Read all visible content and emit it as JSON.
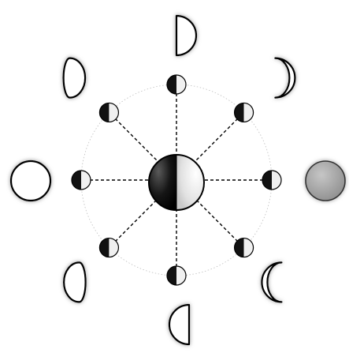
{
  "diagram": {
    "center_body": {
      "icon": "half-lit-sphere",
      "lit_side": "right",
      "colors": {
        "dark": "#111111",
        "light": "#e8e8e8",
        "stroke": "#000000"
      }
    },
    "orbit": {
      "style": "dotted-circle",
      "spokes": "dashed",
      "color": "#000000"
    },
    "orbit_markers": {
      "count": 8,
      "icon": "half-lit-sphere",
      "lit_side": "right",
      "colors": {
        "dark": "#111111",
        "light": "#f0f0f0"
      }
    },
    "outer_phases": [
      {
        "name": "first-quarter",
        "icon": "half-moon-right-lit"
      },
      {
        "name": "waxing-crescent",
        "icon": "crescent-right-lit"
      },
      {
        "name": "new-moon",
        "icon": "filled-disc",
        "fill": "#a0a0a0"
      },
      {
        "name": "waning-crescent",
        "icon": "crescent-left-lit"
      },
      {
        "name": "last-quarter",
        "icon": "half-moon-left-lit"
      },
      {
        "name": "waning-gibbous",
        "icon": "gibbous-left-lit"
      },
      {
        "name": "full-moon",
        "icon": "open-disc"
      },
      {
        "name": "waxing-gibbous",
        "icon": "gibbous-right-lit"
      }
    ],
    "shadow_color": "#9a9a9a",
    "outline_color": "#000000",
    "background_color": "#ffffff"
  }
}
